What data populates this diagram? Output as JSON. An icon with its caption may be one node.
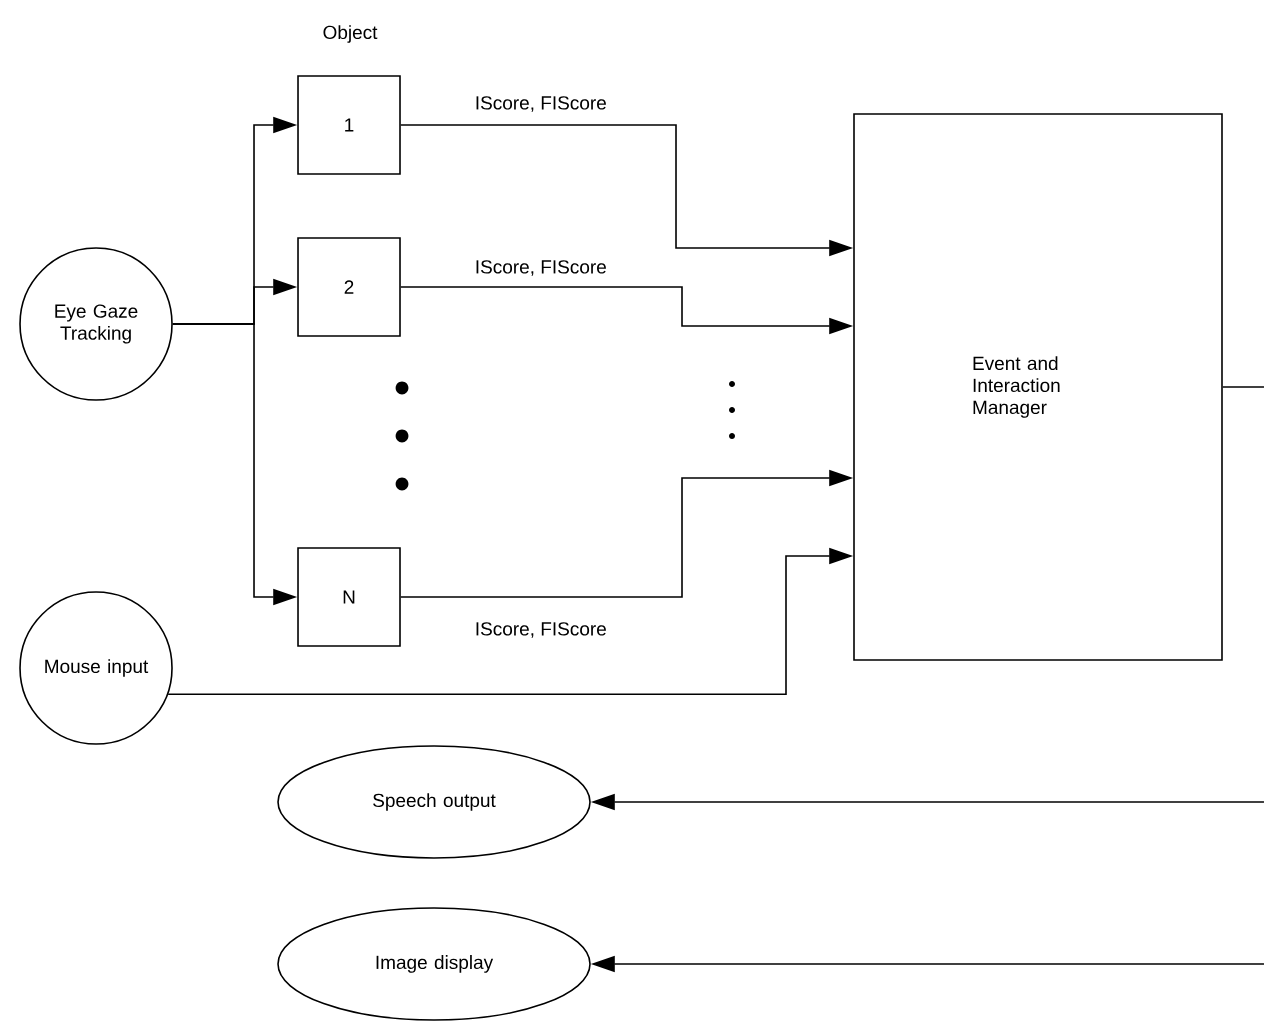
{
  "diagram": {
    "nodes": [
      {
        "text": [
          "Eye Gaze Tracking"
        ]
      },
      {
        "text": [
          "1"
        ]
      },
      {
        "text": [
          "2"
        ]
      },
      {
        "text": [
          "N"
        ]
      },
      {
        "text": [
          "Mouse input"
        ]
      },
      {
        "text": [
          "Event and Interaction Manager"
        ]
      },
      {
        "text": [
          "Speech output"
        ]
      },
      {
        "text": [
          "Image display"
        ]
      }
    ],
    "edges": [
      {
        "from": 0,
        "to": 1,
        "arrow": "to"
      },
      {
        "from": 0,
        "to": 2,
        "arrow": "to"
      },
      {
        "from": 0,
        "to": 3,
        "arrow": "to"
      },
      {
        "from": 1,
        "to": 5,
        "arrow": "to",
        "label": "IScore, FIScore"
      },
      {
        "from": 2,
        "to": 5,
        "arrow": "to",
        "label": "IScore, FIScore"
      },
      {
        "from": 3,
        "to": 5,
        "arrow": "to",
        "label": "IScore, FIScore"
      },
      {
        "from": 4,
        "to": 5,
        "arrow": "to"
      },
      {
        "from": 5,
        "to": null,
        "arrow": "none"
      },
      {
        "from": null,
        "to": 6,
        "arrow": "to"
      },
      {
        "from": null,
        "to": 7,
        "arrow": "to"
      }
    ],
    "labels": [
      "Object"
    ]
  }
}
